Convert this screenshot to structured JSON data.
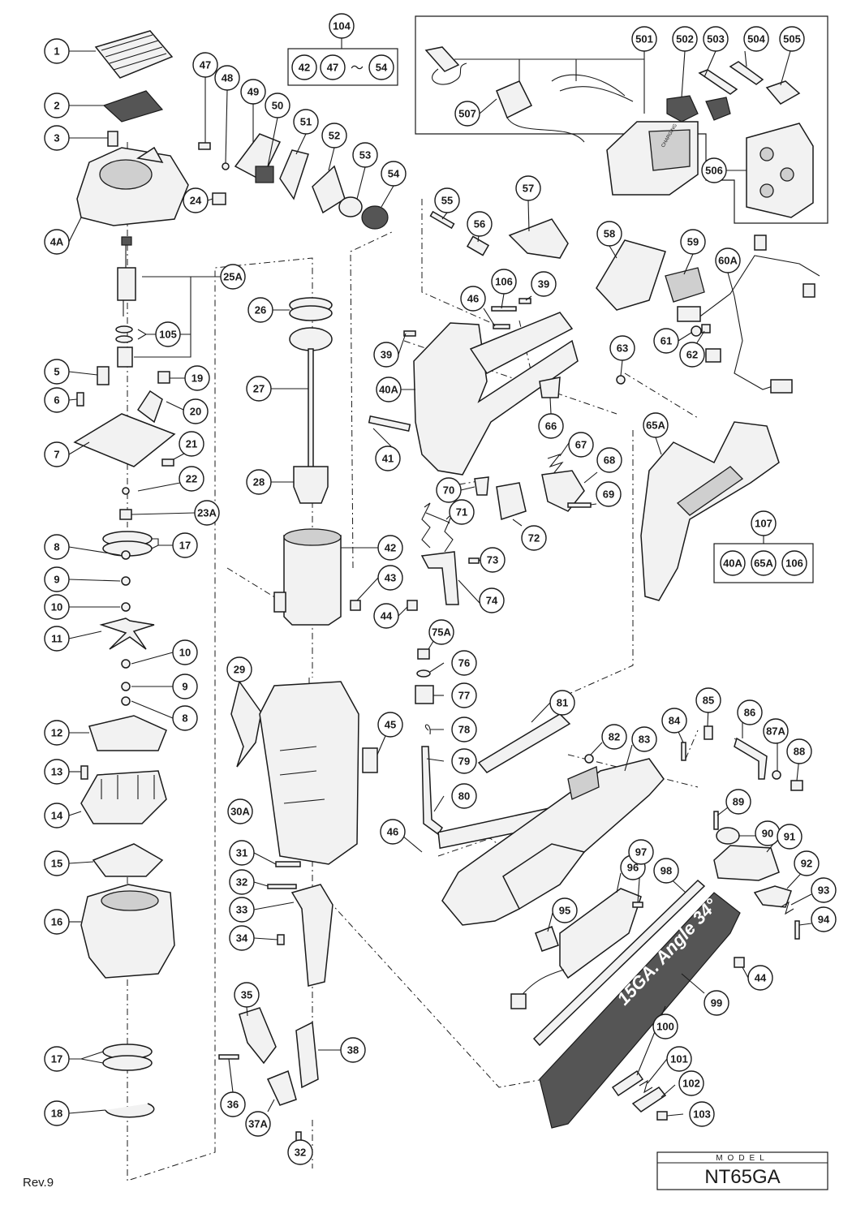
{
  "revision": "Rev.9",
  "model": {
    "caption": "MODEL",
    "name": "NT65GA"
  },
  "magazine_marking": "15GA. Angle 34°",
  "charger_marking": "CHARGING",
  "kit_104": {
    "label": "104",
    "items": [
      "42",
      "47",
      "54"
    ],
    "separator": "〜"
  },
  "kit_107": {
    "label": "107",
    "items": [
      "40A",
      "65A",
      "106"
    ]
  },
  "callouts": [
    "1",
    "2",
    "3",
    "4A",
    "24",
    "25A",
    "105",
    "5",
    "19",
    "6",
    "20",
    "7",
    "21",
    "22",
    "23A",
    "17",
    "8",
    "9",
    "10",
    "11",
    "10",
    "9",
    "8",
    "12",
    "13",
    "14",
    "15",
    "16",
    "17",
    "18",
    "47",
    "48",
    "49",
    "50",
    "51",
    "52",
    "53",
    "54",
    "26",
    "27",
    "28",
    "42",
    "43",
    "29",
    "30A",
    "45",
    "31",
    "32",
    "33",
    "34",
    "35",
    "36",
    "37A",
    "32",
    "38",
    "501",
    "502",
    "503",
    "504",
    "505",
    "507",
    "506",
    "55",
    "56",
    "57",
    "58",
    "59",
    "60A",
    "106",
    "39",
    "46",
    "39",
    "40A",
    "63",
    "61",
    "62",
    "66",
    "65A",
    "41",
    "70",
    "67",
    "68",
    "69",
    "72",
    "71",
    "73",
    "74",
    "44",
    "75A",
    "76",
    "77",
    "78",
    "79",
    "80",
    "81",
    "46",
    "82",
    "83",
    "84",
    "85",
    "86",
    "87A",
    "88",
    "89",
    "90",
    "91",
    "92",
    "93",
    "94",
    "95",
    "96",
    "97",
    "98",
    "99",
    "44",
    "100",
    "101",
    "102",
    "103"
  ]
}
